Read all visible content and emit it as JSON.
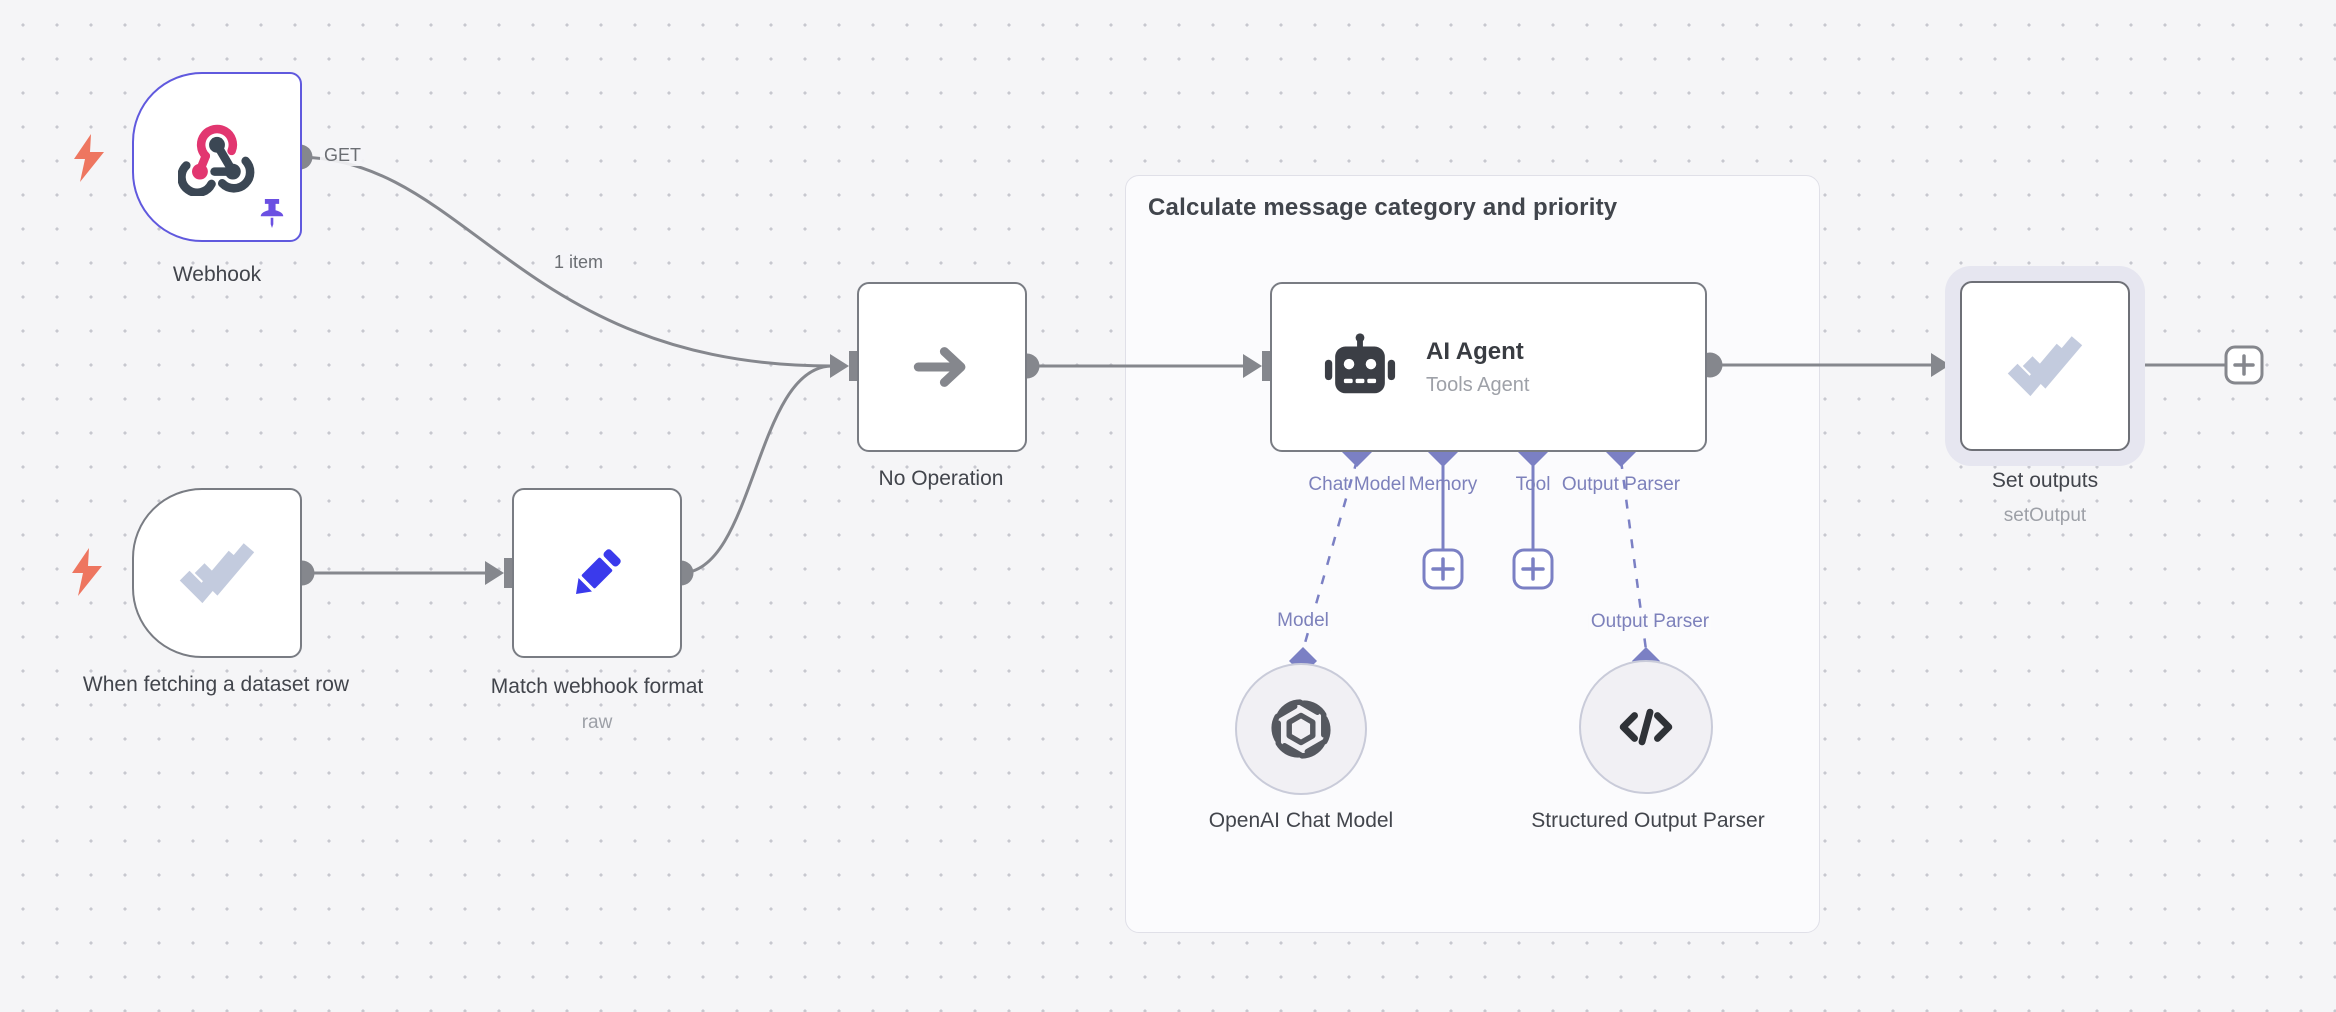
{
  "group": {
    "title": "Calculate message category and priority"
  },
  "nodes": {
    "webhook": {
      "label": "Webhook",
      "output_label": "GET"
    },
    "dataset_trigger": {
      "label": "When fetching a dataset row"
    },
    "match_format": {
      "label": "Match webhook format",
      "subtitle": "raw"
    },
    "noop": {
      "label": "No Operation"
    },
    "ai_agent": {
      "label": "AI Agent",
      "subtitle": "Tools Agent",
      "ports": [
        "Chat Model",
        "Memory",
        "Tool",
        "Output Parser"
      ]
    },
    "openai_model": {
      "label": "OpenAI Chat Model",
      "port_label": "Model"
    },
    "output_parser": {
      "label": "Structured Output Parser",
      "port_label": "Output Parser"
    },
    "set_outputs": {
      "label": "Set outputs",
      "subtitle": "setOutput"
    }
  },
  "edges": {
    "webhook_items": "1 item"
  },
  "colors": {
    "selected_border": "#6059de",
    "port_indigo": "#7b80c4",
    "edge_gray": "#85878d",
    "trigger_bolt": "#ee7660",
    "webhook_pink": "#e23670",
    "webhook_dark": "#3b4754",
    "pencil_blue": "#3a3aec",
    "check_icon": "#c3cbde",
    "pin_purple": "#6b50e2"
  }
}
